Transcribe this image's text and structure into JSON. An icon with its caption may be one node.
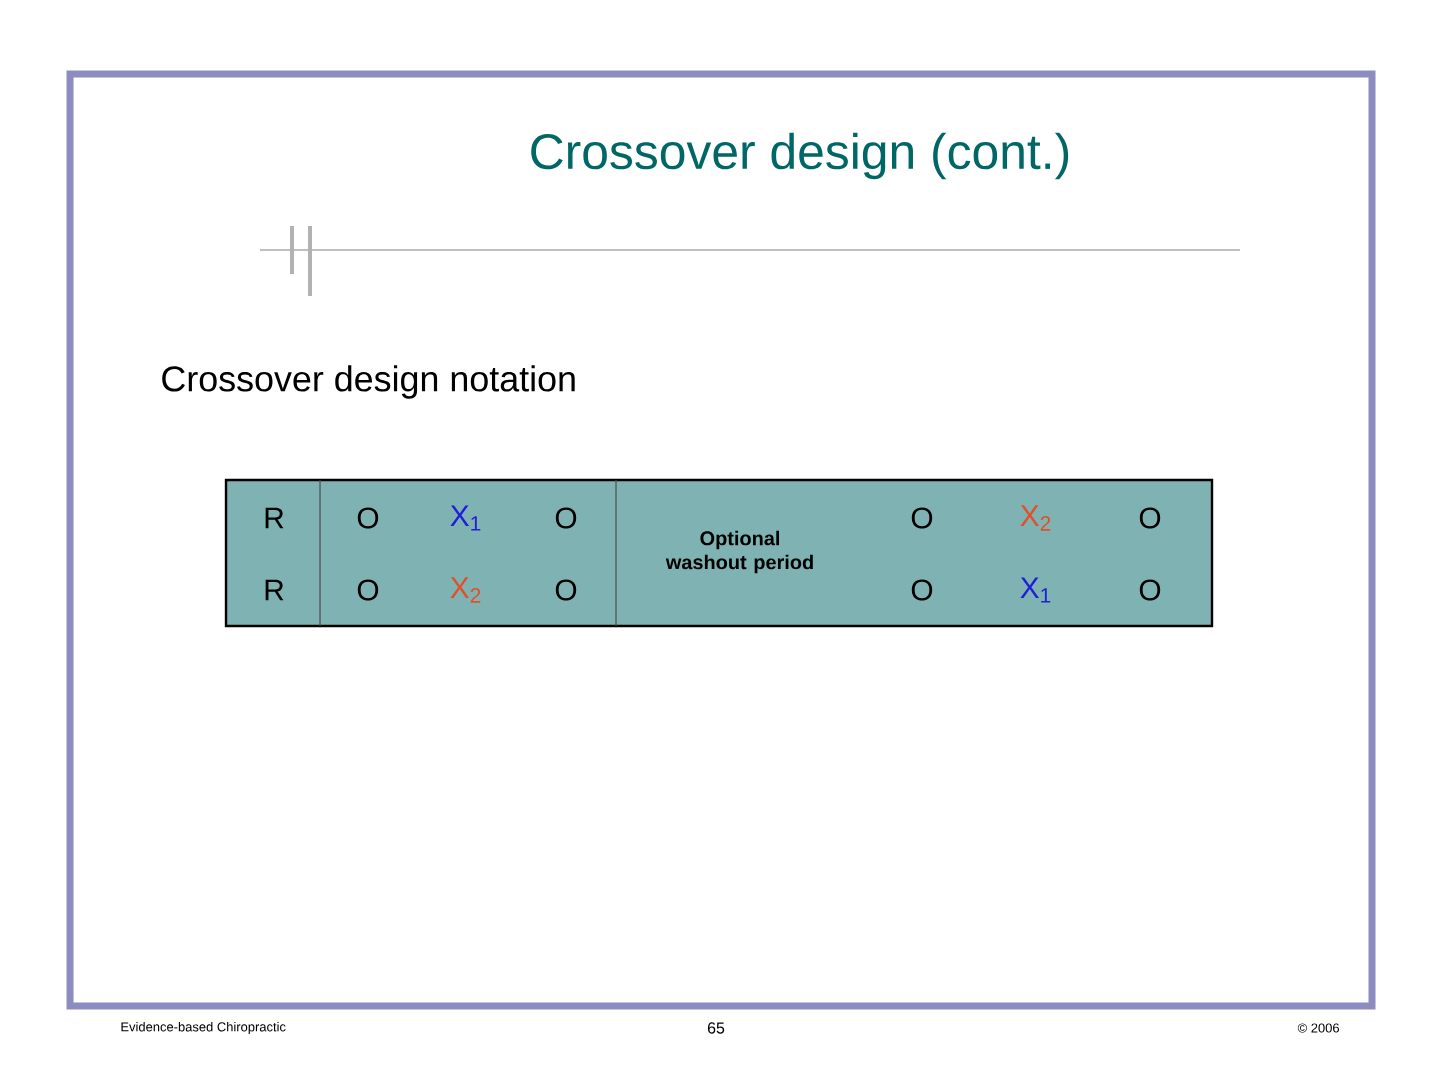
{
  "diagram": {
    "title": "Crossover design (cont.)",
    "labels": [
      "Crossover design notation",
      "R",
      "O",
      "X$_{1}$",
      "O",
      "Optional washout period",
      "O",
      "X$_{2}$",
      "O",
      "R",
      "O",
      "X$_{2}$",
      "O",
      "O",
      "X$_{1}$",
      "O",
      "Evidence-based Chiropractic",
      "65",
      "© 2006"
    ]
  }
}
